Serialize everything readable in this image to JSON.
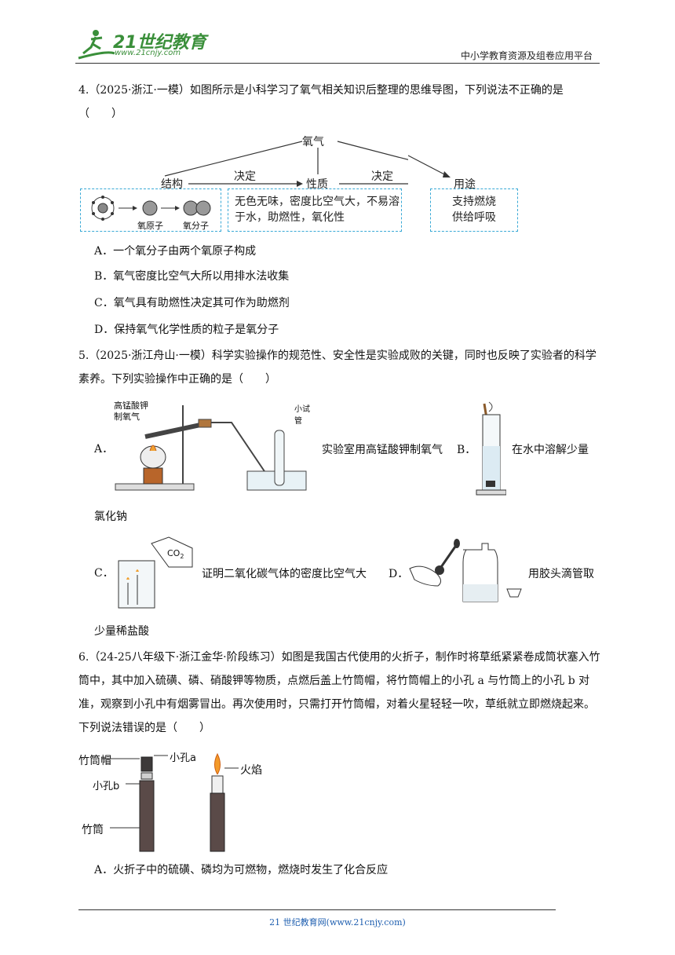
{
  "header": {
    "logo_main": "21世纪教育",
    "logo_url": "www.21cnjy.com",
    "platform": "中小学教育资源及组卷应用平台"
  },
  "q4": {
    "stem": "4.（2025·浙江·一模）如图所示是小科学习了氧气相关知识后整理的思维导图，下列说法不正确的是（　　）",
    "map": {
      "top": "氧气",
      "structure": "结构",
      "property": "性质",
      "use": "用途",
      "arrow1": "决定",
      "arrow2": "决定",
      "atom": "氧原子",
      "molecule": "氧分子",
      "property_text": "无色无味，密度比空气大，不易溶于水，助燃性，氧化性",
      "use_text": "支持燃烧供给呼吸"
    },
    "options": [
      "A．一个氧分子由两个氧原子构成",
      "B．氧气密度比空气大所以用排水法收集",
      "C．氧气具有助燃性决定其可作为助燃剂",
      "D．保持氧气化学性质的粒子是氧分子"
    ]
  },
  "q5": {
    "stem": "5.（2025·浙江舟山·一模）科学实验操作的规范性、安全性是实验成败的关键，同时也反映了实验者的科学素养。下列实验操作中正确的是（　　）",
    "a_label": "A．",
    "a_img_label": "高锰酸钾制氧气",
    "a_tube_label": "小试管",
    "a_text": "实验室用高锰酸钾制氧气",
    "b_label": "B．",
    "b_text": "在水中溶解少量",
    "b_cont": "氯化钠",
    "c_label": "C．",
    "c_bottle": "CO",
    "c_sub": "2",
    "c_text": "证明二氧化碳气体的密度比空气大",
    "d_label": "D．",
    "d_text": "用胶头滴管取",
    "d_cont": "少量稀盐酸"
  },
  "q6": {
    "stem": "6.（24-25八年级下·浙江金华·阶段练习）如图是我国古代使用的火折子，制作时将草纸紧紧卷成筒状塞入竹筒中，其中加入硫磺、磷、硝酸钾等物质，点燃后盖上竹筒帽，将竹筒帽上的小孔 a 与竹筒上的小孔 b 对准，观察到小孔中有烟雾冒出。再次使用时，只需打开竹筒帽，对着火星轻轻一吹，草纸就立即燃烧起来。下列说法错误的是（　　）",
    "label_cap": "竹筒帽",
    "label_a": "小孔a",
    "label_b": "小孔b",
    "label_tube": "竹筒",
    "label_flame": "火焰",
    "options": [
      "A．火折子中的硫磺、磷均为可燃物，燃烧时发生了化合反应"
    ]
  },
  "footer": {
    "text": "21 世纪教育网(www.21cnjy.com)"
  },
  "colors": {
    "dash_box": "#39a9d6",
    "logo_green": "#3a8f3a",
    "footer_link": "#1f5fb0"
  }
}
